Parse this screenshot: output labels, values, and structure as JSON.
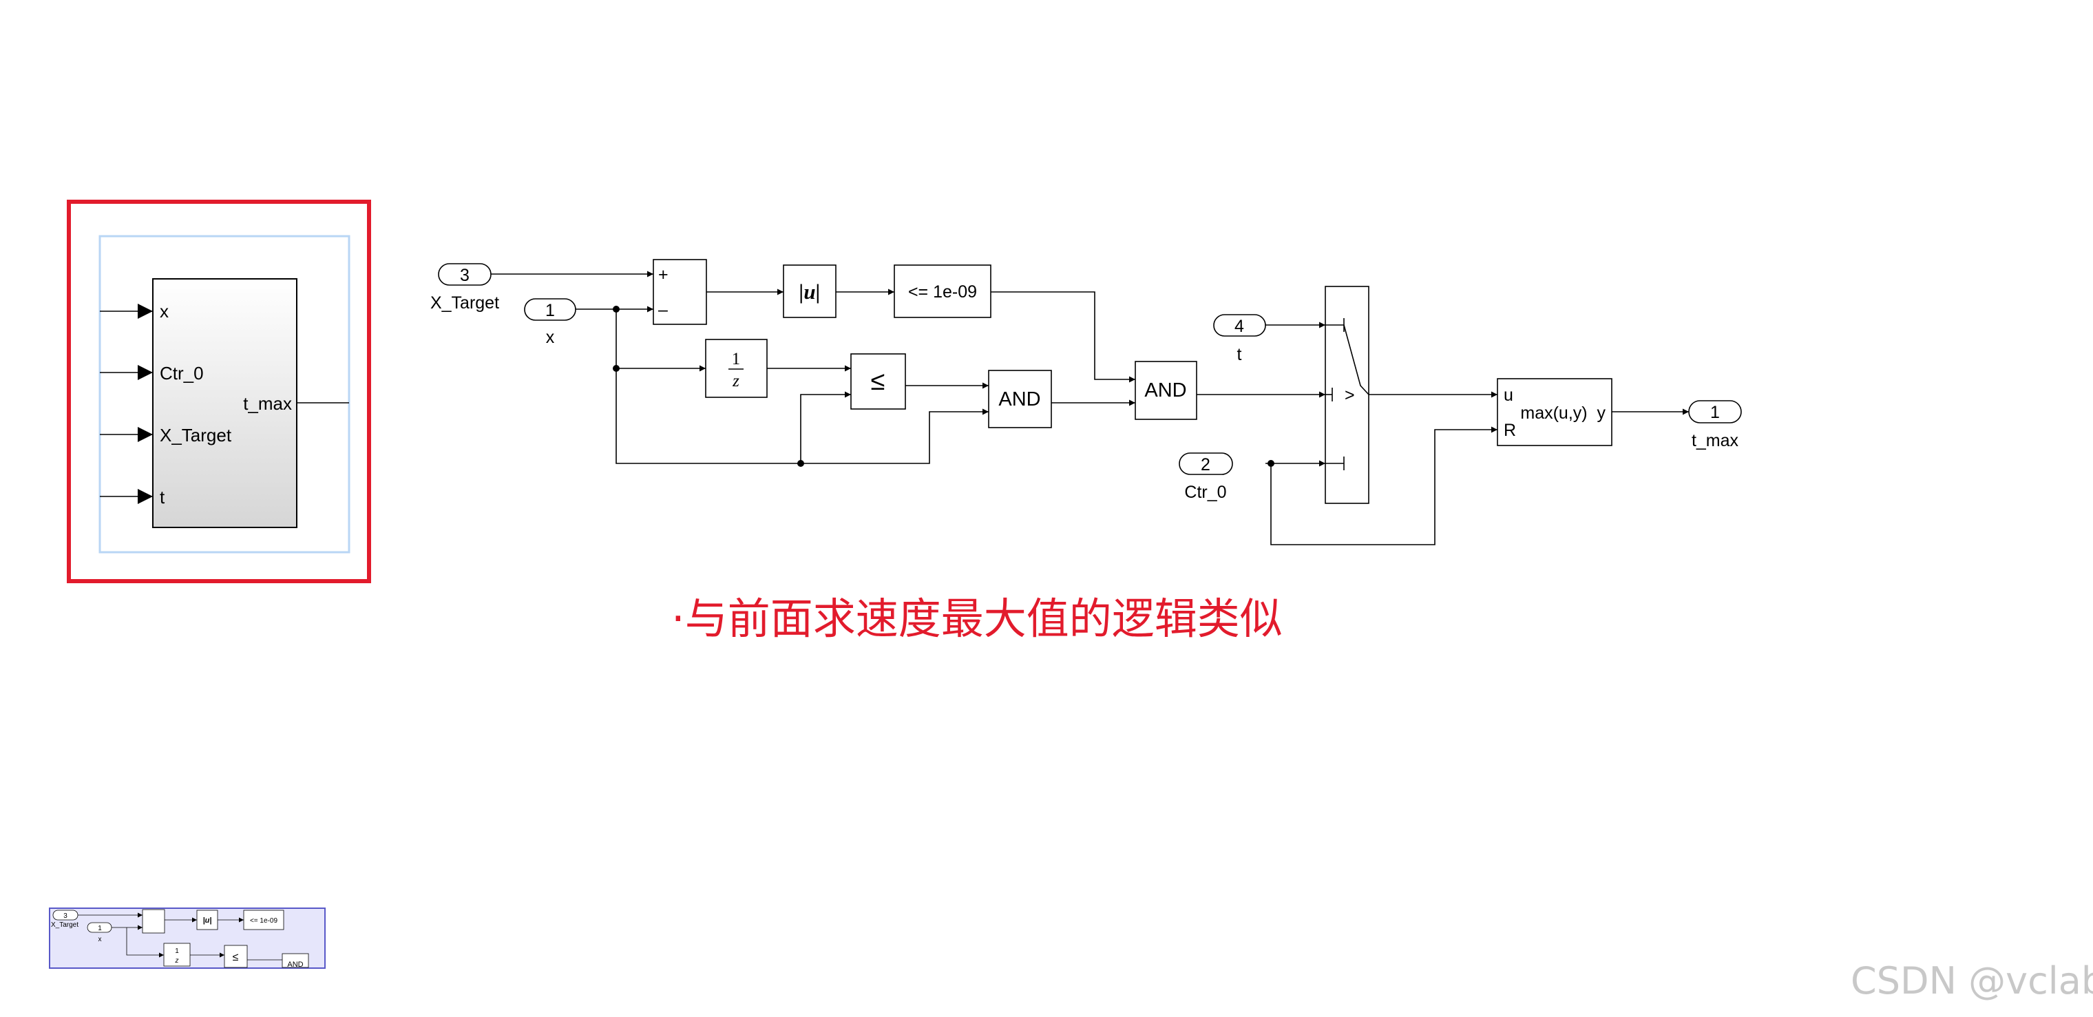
{
  "subsystem": {
    "inputs": [
      "x",
      "Ctr_0",
      "X_Target",
      "t"
    ],
    "output": "t_max"
  },
  "inports": [
    {
      "number": "3",
      "name": "X_Target"
    },
    {
      "number": "1",
      "name": "x"
    },
    {
      "number": "4",
      "name": "t"
    },
    {
      "number": "2",
      "name": "Ctr_0"
    }
  ],
  "outport": {
    "number": "1",
    "name": "t_max"
  },
  "blocks": {
    "sum_plus": "+",
    "sum_minus": "–",
    "abs": "|u|",
    "compare": "<= 1e-09",
    "delay_num": "1",
    "delay_den": "z",
    "relop": "≤",
    "and1": "AND",
    "and2": "AND",
    "switch_crit": ">",
    "max_u": "u",
    "max_r": "R",
    "max_expr": "max(u,y)",
    "max_y": "y"
  },
  "annotation": "·与前面求速度最大值的逻辑类似",
  "watermark": "CSDN @vclab",
  "thumbnail": {
    "inport3": "3",
    "inport3_name": "X_Target",
    "inport1": "1",
    "inport1_name": "x",
    "abs": "|u|",
    "compare": "<= 1e-09",
    "delay_num": "1",
    "delay_den": "z",
    "relop": "≤",
    "and": "AND"
  },
  "colors": {
    "highlight_border": "#e21b2c",
    "selection_glow": "#b9d6f5",
    "thumbnail_bg": "#e6e6fb",
    "thumbnail_border": "#5858c8",
    "annotation": "#e21b2c",
    "watermark": "#c8c8c8"
  }
}
